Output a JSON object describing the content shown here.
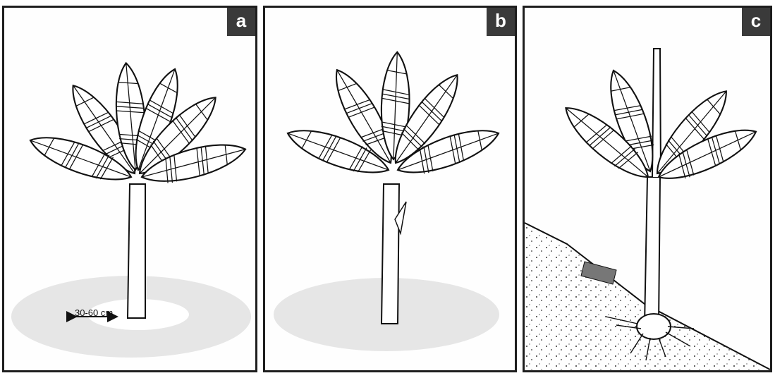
{
  "panels": [
    {
      "label": "a",
      "annotation": "30-60 cm"
    },
    {
      "label": "b"
    },
    {
      "label": "c"
    }
  ]
}
